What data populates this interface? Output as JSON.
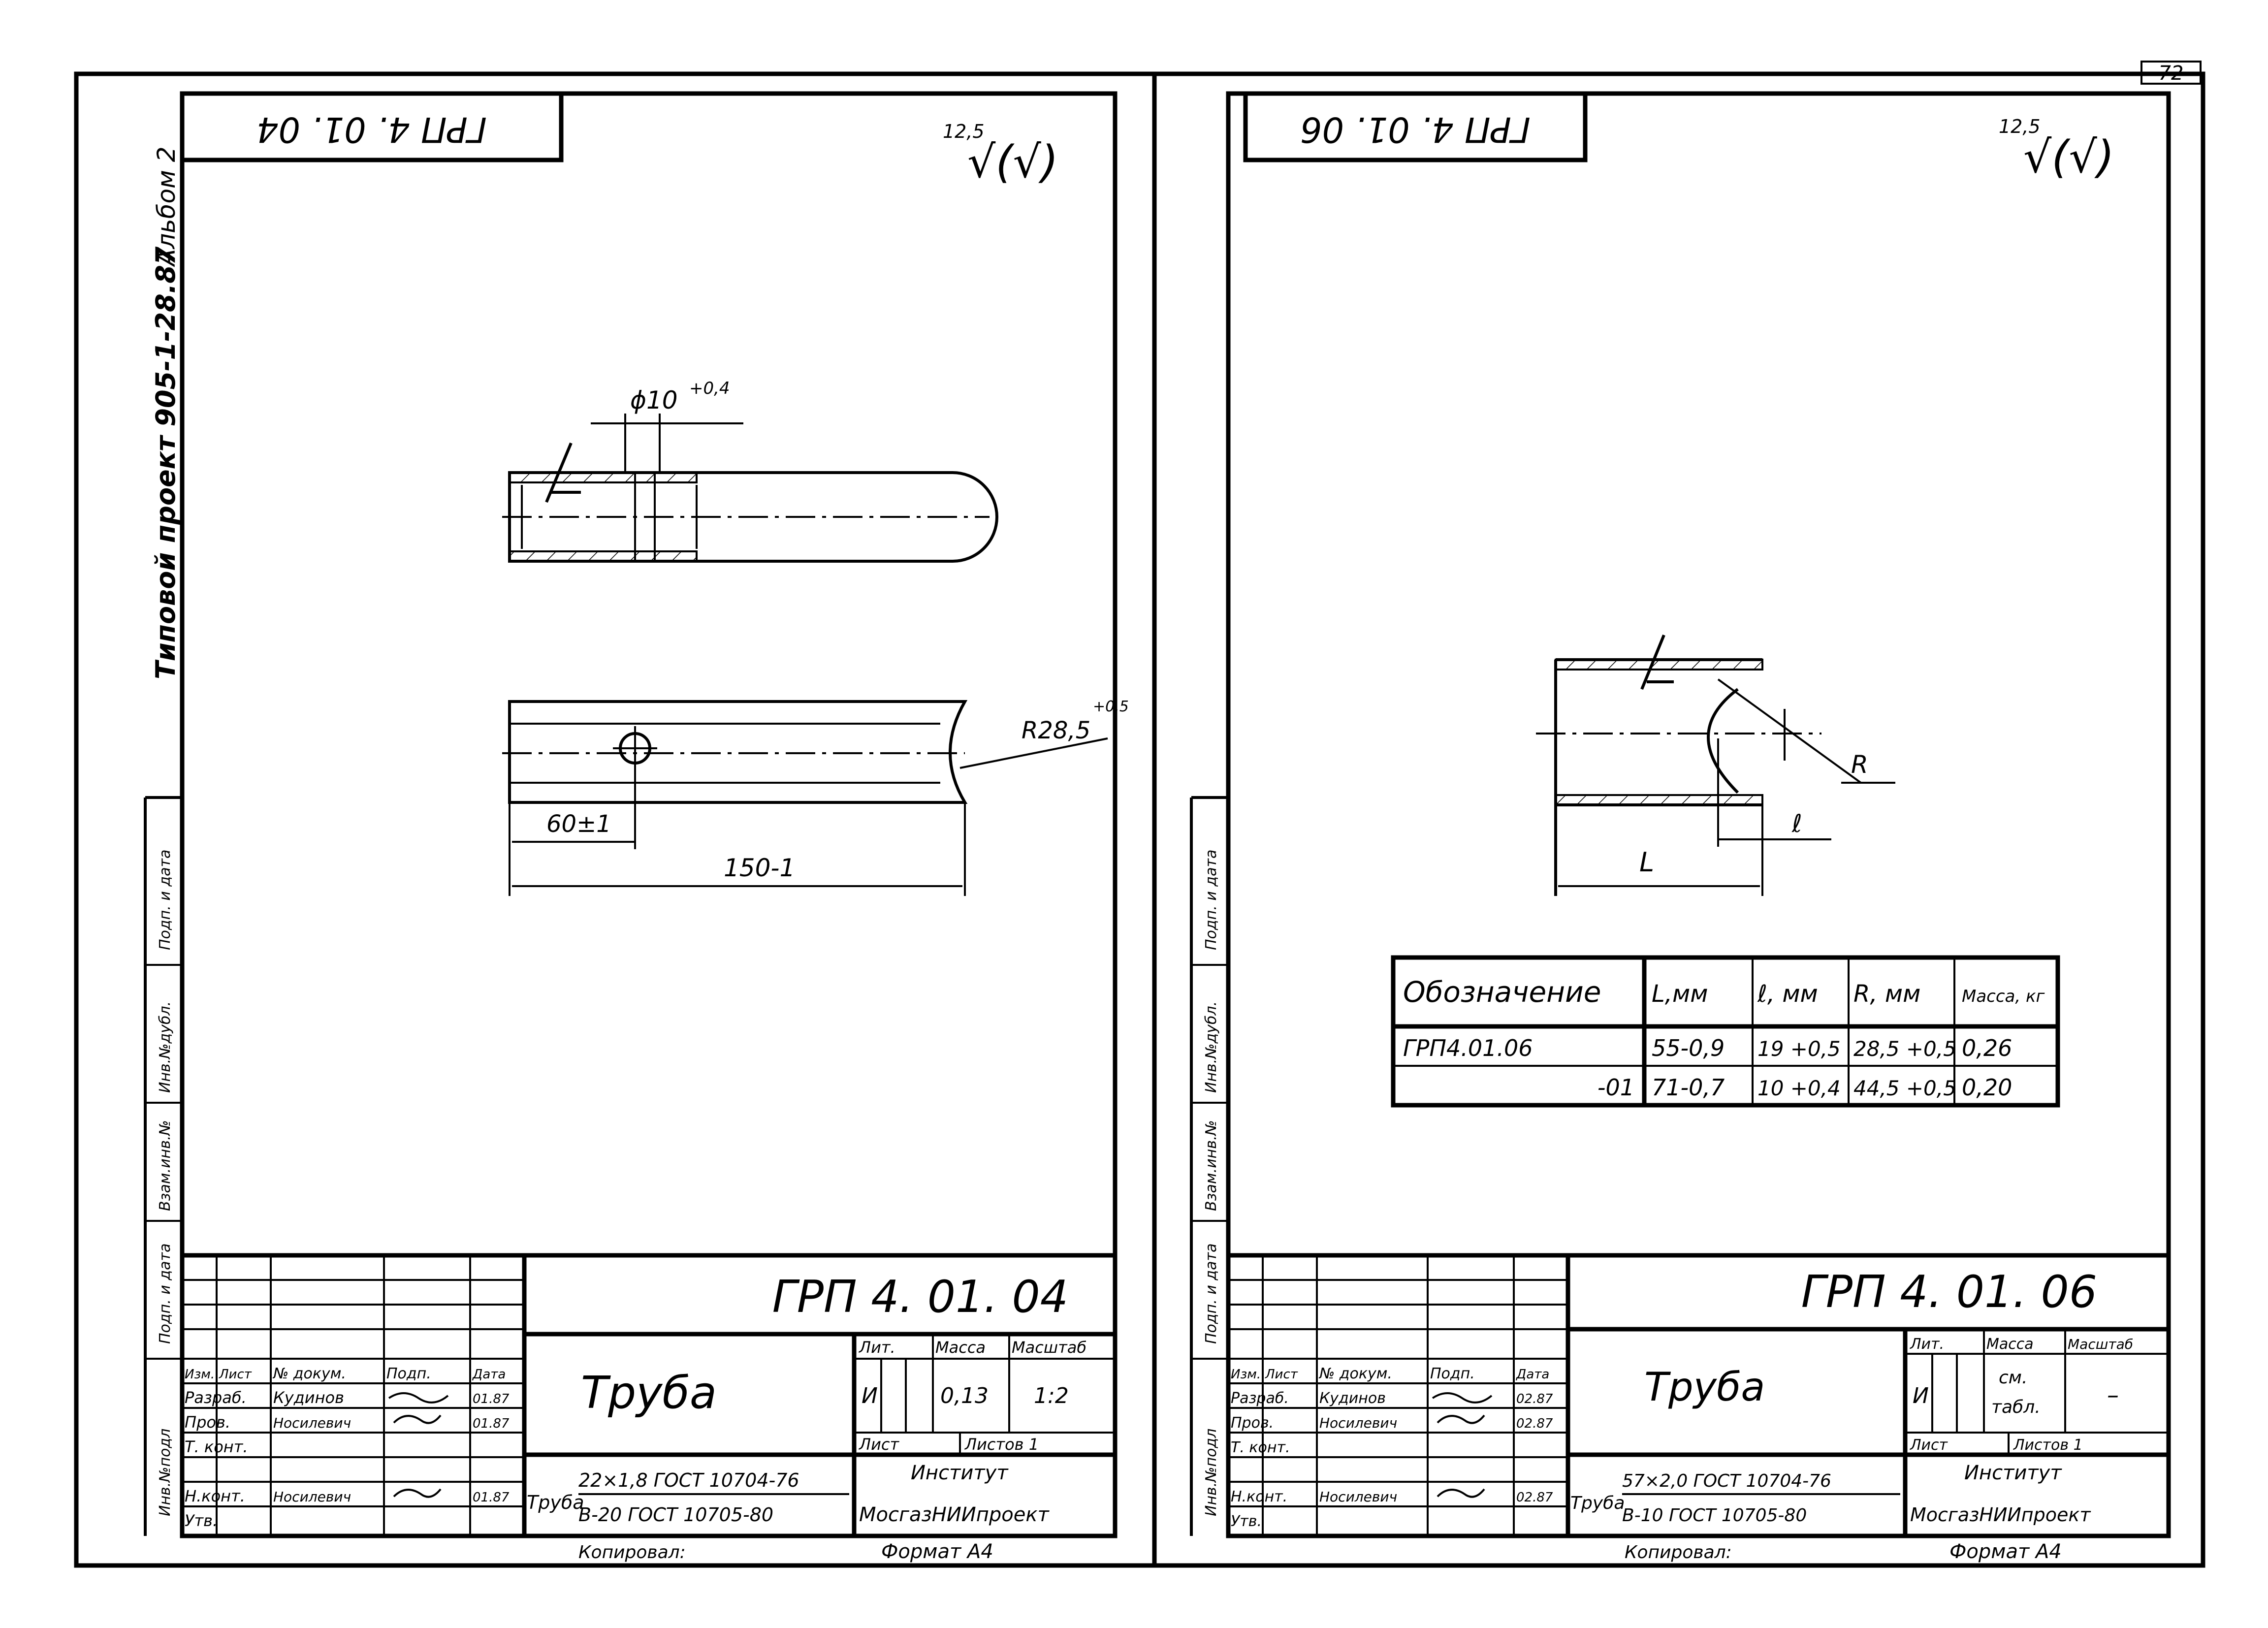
{
  "page_number": "72",
  "side_labels": {
    "project": "Типовой проект 905-1-28.87",
    "album": "Альбом 2",
    "margin_fields": [
      "Инв.№подл",
      "Подп. и дата",
      "Взам.инв.№",
      "Инв.№дубл.",
      "Подп. и дата"
    ]
  },
  "roughness": {
    "value": "12,5",
    "symbol": "√(√)"
  },
  "left_sheet": {
    "corner_code": "ГРП 4. 01. 04",
    "dimensions": {
      "hole_dia": "ϕ10",
      "hole_dia_tol": "+0,4",
      "radius": "R28,5",
      "radius_tol": "+0,5",
      "hole_pos": "60±1",
      "length": "150-1"
    },
    "title_block": {
      "designation": "ГРП 4. 01. 04",
      "name": "Труба",
      "col_headers": [
        "Изм.",
        "Лист",
        "№ докум.",
        "Подп.",
        "Дата"
      ],
      "rows": [
        {
          "role": "Разраб.",
          "name": "Кудинов",
          "date": "01.87"
        },
        {
          "role": "Пров.",
          "name": "Носилевич",
          "date": "01.87"
        },
        {
          "role": "Т. конт.",
          "name": "",
          "date": ""
        },
        {
          "role": "",
          "name": "",
          "date": ""
        },
        {
          "role": "Н.конт.",
          "name": "Носилевич",
          "date": "01.87"
        },
        {
          "role": "Утв.",
          "name": "",
          "date": ""
        }
      ],
      "lit_label": "Лит.",
      "mass_label": "Масса",
      "scale_label": "Масштаб",
      "lit_value": "И",
      "mass_value": "0,13",
      "scale_value": "1:2",
      "sheet_label": "Лист",
      "sheets_label": "Листов 1",
      "material_prefix": "Труба",
      "material_line1": "22×1,8 ГОСТ 10704-76",
      "material_line2": "В-20 ГОСТ 10705-80",
      "org_line1": "Институт",
      "org_line2": "МосгазНИИпроект",
      "copied": "Копировал:",
      "format": "Формат А4"
    }
  },
  "right_sheet": {
    "corner_code": "ГРП 4. 01. 06",
    "dim_labels": {
      "R": "R",
      "l": "ℓ",
      "L": "L"
    },
    "table": {
      "headers": [
        "Обозначение",
        "L,мм",
        "ℓ, мм",
        "R, мм",
        "Масса, кг"
      ],
      "rows": [
        [
          "ГРП4.01.06",
          "55-0,9",
          "19 +0,5",
          "28,5 +0,5",
          "0,26"
        ],
        [
          "-01",
          "71-0,7",
          "10 +0,4",
          "44,5 +0,5",
          "0,20"
        ]
      ]
    },
    "title_block": {
      "designation": "ГРП 4. 01. 06",
      "name": "Труба",
      "col_headers": [
        "Изм.",
        "Лист",
        "№ докум.",
        "Подп.",
        "Дата"
      ],
      "rows": [
        {
          "role": "Разраб.",
          "name": "Кудинов",
          "date": "02.87"
        },
        {
          "role": "Пров.",
          "name": "Носилевич",
          "date": "02.87"
        },
        {
          "role": "Т. конт.",
          "name": "",
          "date": ""
        },
        {
          "role": "",
          "name": "",
          "date": ""
        },
        {
          "role": "Н.конт.",
          "name": "Носилевич",
          "date": "02.87"
        },
        {
          "role": "Утв.",
          "name": "",
          "date": ""
        }
      ],
      "lit_label": "Лит.",
      "mass_label": "Масса",
      "scale_label": "Масштаб",
      "lit_value": "И",
      "mass_value_1": "см.",
      "mass_value_2": "табл.",
      "scale_value": "–",
      "sheet_label": "Лист",
      "sheets_label": "Листов 1",
      "material_prefix": "Труба",
      "material_line1": "57×2,0 ГОСТ 10704-76",
      "material_line2": "В-10 ГОСТ 10705-80",
      "org_line1": "Институт",
      "org_line2": "МосгазНИИпроект",
      "copied": "Копировал:",
      "format": "Формат А4"
    }
  }
}
